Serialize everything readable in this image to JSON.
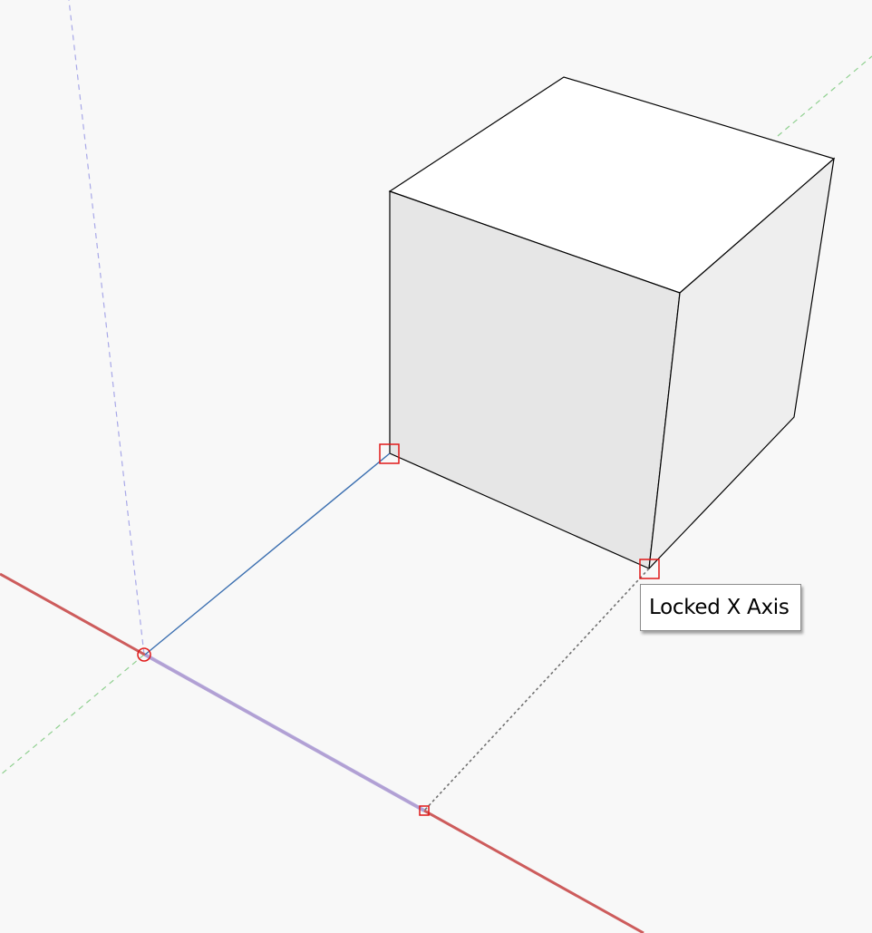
{
  "tooltip": {
    "text": "Locked X Axis"
  },
  "colors": {
    "background": "#f8f8f8",
    "x_axis": "#cd5c5c",
    "y_axis_dashed": "#90d090",
    "z_axis_dashed": "#a8a8e8",
    "edge": "#000000",
    "drawn_line": "#3b6fb0",
    "inference_dotted": "#707070",
    "snap_marker": "#e01818",
    "face_top": "#ffffff",
    "face_front": "#e6e6e6",
    "face_side": "#eeeeee"
  },
  "icons": {
    "snap_endpoint": "red-square-marker",
    "snap_origin": "red-circle-marker"
  }
}
